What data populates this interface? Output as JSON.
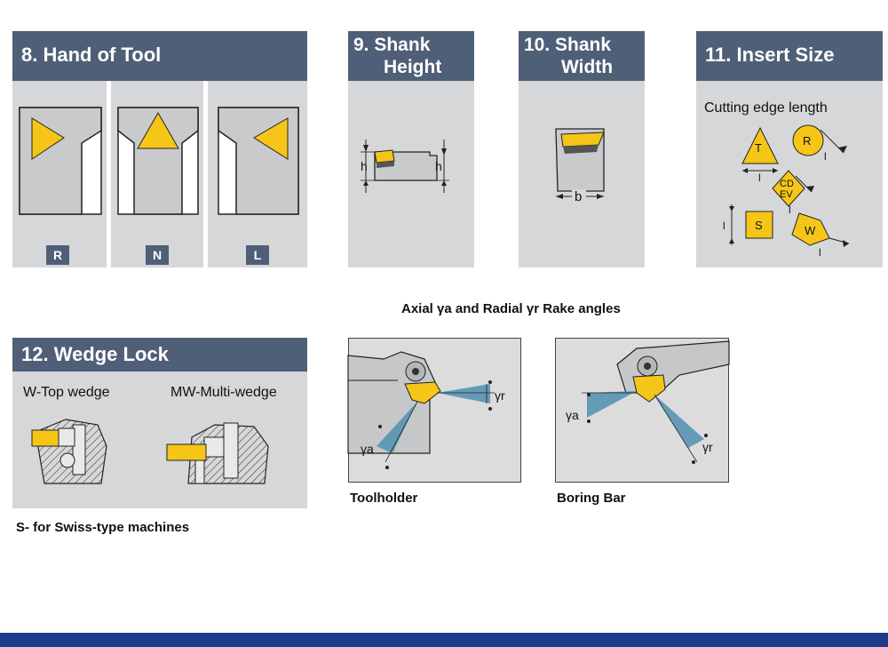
{
  "sections": {
    "hand_of_tool": {
      "title": "8.  Hand of Tool",
      "badges": [
        "R",
        "N",
        "L"
      ]
    },
    "shank_height": {
      "title_line1": "9.  Shank",
      "title_line2": "Height",
      "dim_label": "h"
    },
    "shank_width": {
      "title_line1": "10. Shank",
      "title_line2": "Width",
      "dim_label": "b"
    },
    "insert_size": {
      "title": "11. Insert Size",
      "subtitle": "Cutting edge length",
      "shapes": [
        "T",
        "R",
        "CD",
        "EV",
        "S",
        "W"
      ],
      "dim_label": "l"
    },
    "wedge_lock": {
      "title": "12.  Wedge Lock",
      "label_w": "W-Top wedge",
      "label_mw": "MW-Multi-wedge"
    },
    "swiss_note": "S- for Swiss-type machines",
    "rake": {
      "title": "Axial γa and Radial γr Rake angles",
      "toolholder": "Toolholder",
      "boring_bar": "Boring Bar",
      "gamma_r": "γr",
      "gamma_a": "γa"
    }
  },
  "colors": {
    "header": "#4f5f78",
    "panel": "#d6d7d9",
    "insert": "#f5c518",
    "footer": "#1f3c8c",
    "blade": "#4f8fb0"
  }
}
